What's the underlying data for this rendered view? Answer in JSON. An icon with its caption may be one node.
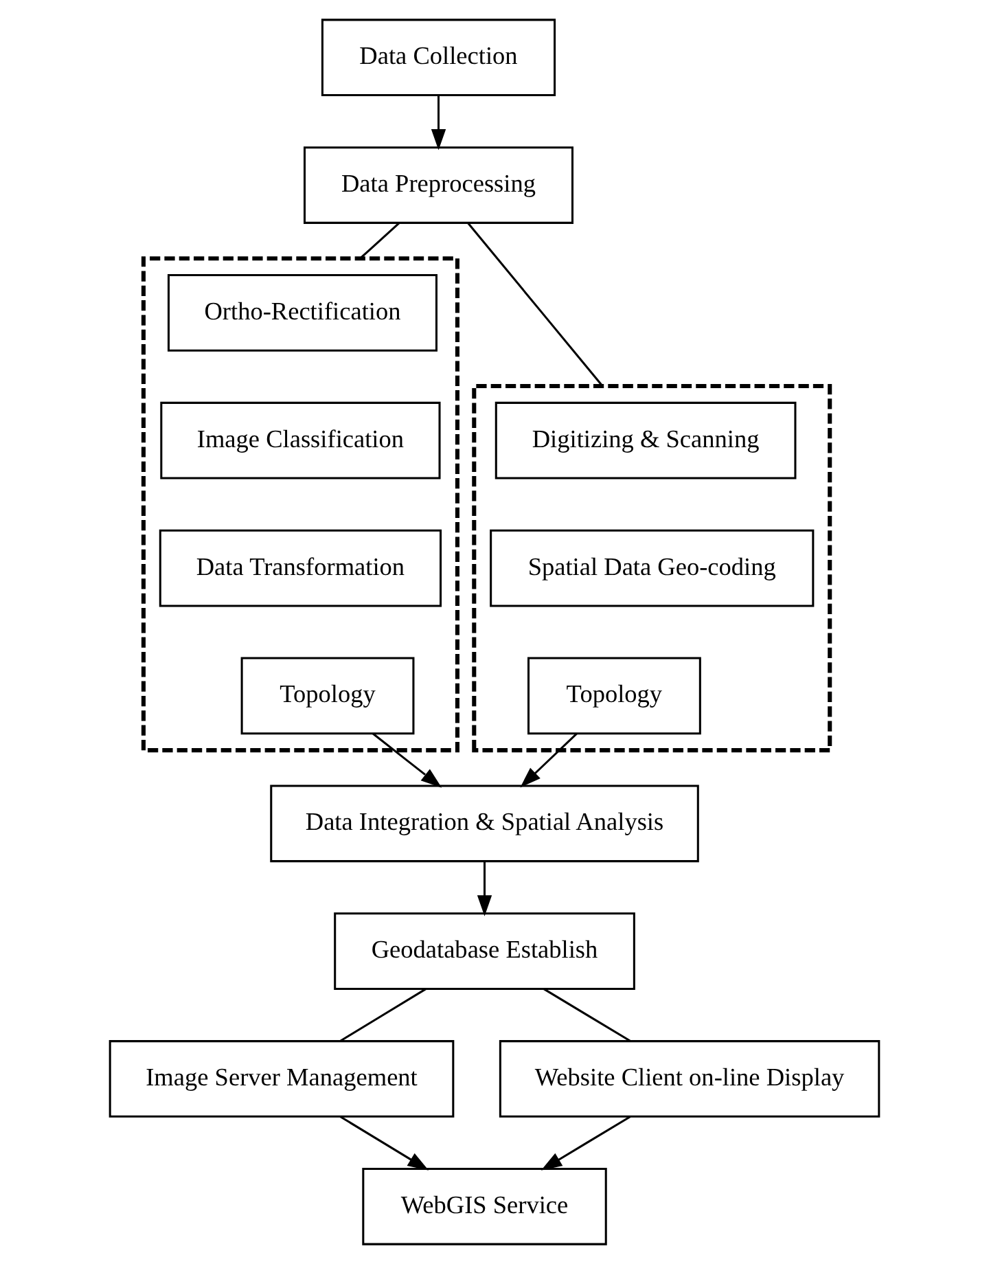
{
  "diagram": {
    "nodes": [
      {
        "text": [
          "Data Collection"
        ]
      },
      {
        "text": [
          "Data Preprocessing"
        ]
      },
      {
        "text": [],
        "shape": "box"
      },
      {
        "text": [
          "Digitizing & Scanning"
        ],
        "in": 2
      },
      {
        "text": [
          "Spatial Data Geo-coding"
        ],
        "in": 2
      },
      {
        "text": [
          "Topology"
        ],
        "in": 2
      },
      {
        "text": [],
        "shape": "box"
      },
      {
        "text": [
          "Ortho-Rectification"
        ],
        "in": 6
      },
      {
        "text": [
          "Image Classification"
        ],
        "in": 6
      },
      {
        "text": [
          "Data Transformation"
        ],
        "in": 6
      },
      {
        "text": [
          "Topology"
        ],
        "in": 6
      },
      {
        "text": [
          "Data Integration & Spatial Analysis"
        ]
      },
      {
        "text": [
          "Geodatabase Establish"
        ]
      },
      {
        "text": [
          "Image Server Management"
        ]
      },
      {
        "text": [
          "Website Client on-line Display"
        ]
      },
      {
        "text": [
          "WebGIS Service"
        ]
      }
    ],
    "edges": [
      {
        "from": 0,
        "to": 1,
        "arrow": "to"
      },
      {
        "from": 1,
        "to": 2,
        "arrow": "none"
      },
      {
        "from": 1,
        "to": 6,
        "arrow": "none"
      },
      {
        "from": 5,
        "to": 11,
        "arrow": "to"
      },
      {
        "from": 10,
        "to": 11,
        "arrow": "to"
      },
      {
        "from": 11,
        "to": 12,
        "arrow": "to"
      },
      {
        "from": 12,
        "to": 13,
        "arrow": "none"
      },
      {
        "from": 12,
        "to": 14,
        "arrow": "none"
      },
      {
        "from": 13,
        "to": 15,
        "arrow": "to"
      },
      {
        "from": 14,
        "to": 15,
        "arrow": "to"
      }
    ]
  }
}
